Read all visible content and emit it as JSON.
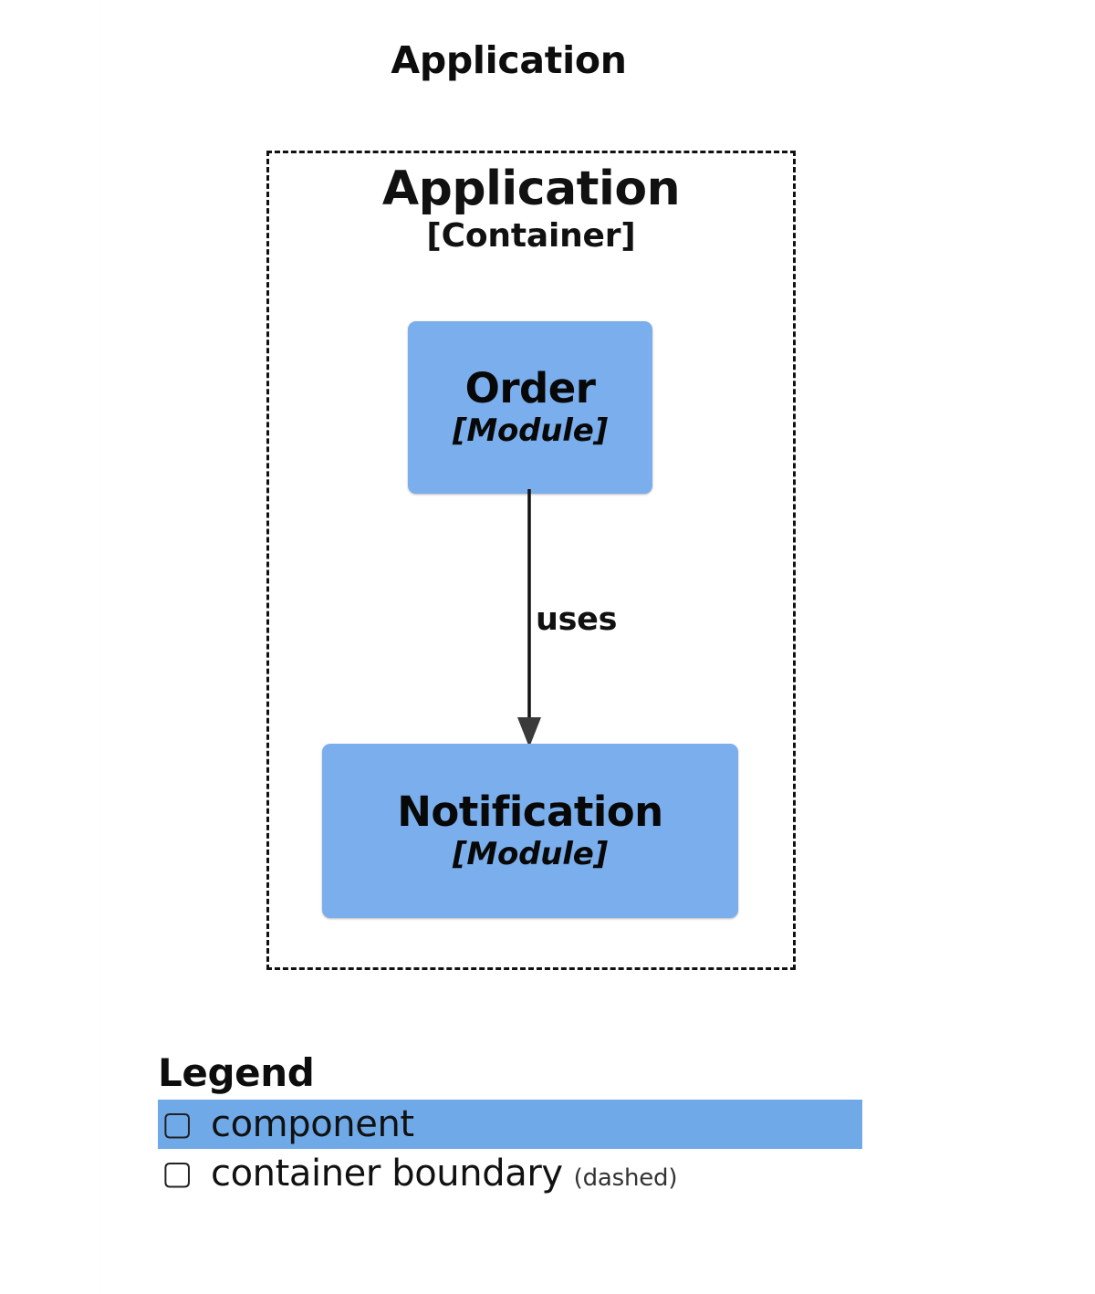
{
  "diagram": {
    "title": "Application",
    "type": "c4-component-diagram",
    "background_color": "#ffffff",
    "component_color": "#7aaeec",
    "boundary_color": "#111111"
  },
  "container": {
    "name": "Application",
    "type_label": "[Container]",
    "boundary_style": "dashed"
  },
  "components": [
    {
      "id": "order",
      "name": "Order",
      "type_label": "[Module]"
    },
    {
      "id": "notification",
      "name": "Notification",
      "type_label": "[Module]"
    }
  ],
  "relationships": [
    {
      "from": "order",
      "to": "notification",
      "label": "uses",
      "arrow": "solid-filled-head"
    }
  ],
  "legend": {
    "title": "Legend",
    "items": [
      {
        "swatch_glyph": "▢",
        "swatch_icon": "missing-glyph-box-icon",
        "label": "component",
        "note": "",
        "highlighted": true,
        "highlight_color": "#6fa9e8"
      },
      {
        "swatch_glyph": "▢",
        "swatch_icon": "missing-glyph-box-icon",
        "label": "container boundary",
        "note": "(dashed)",
        "highlighted": false,
        "highlight_color": ""
      }
    ]
  }
}
